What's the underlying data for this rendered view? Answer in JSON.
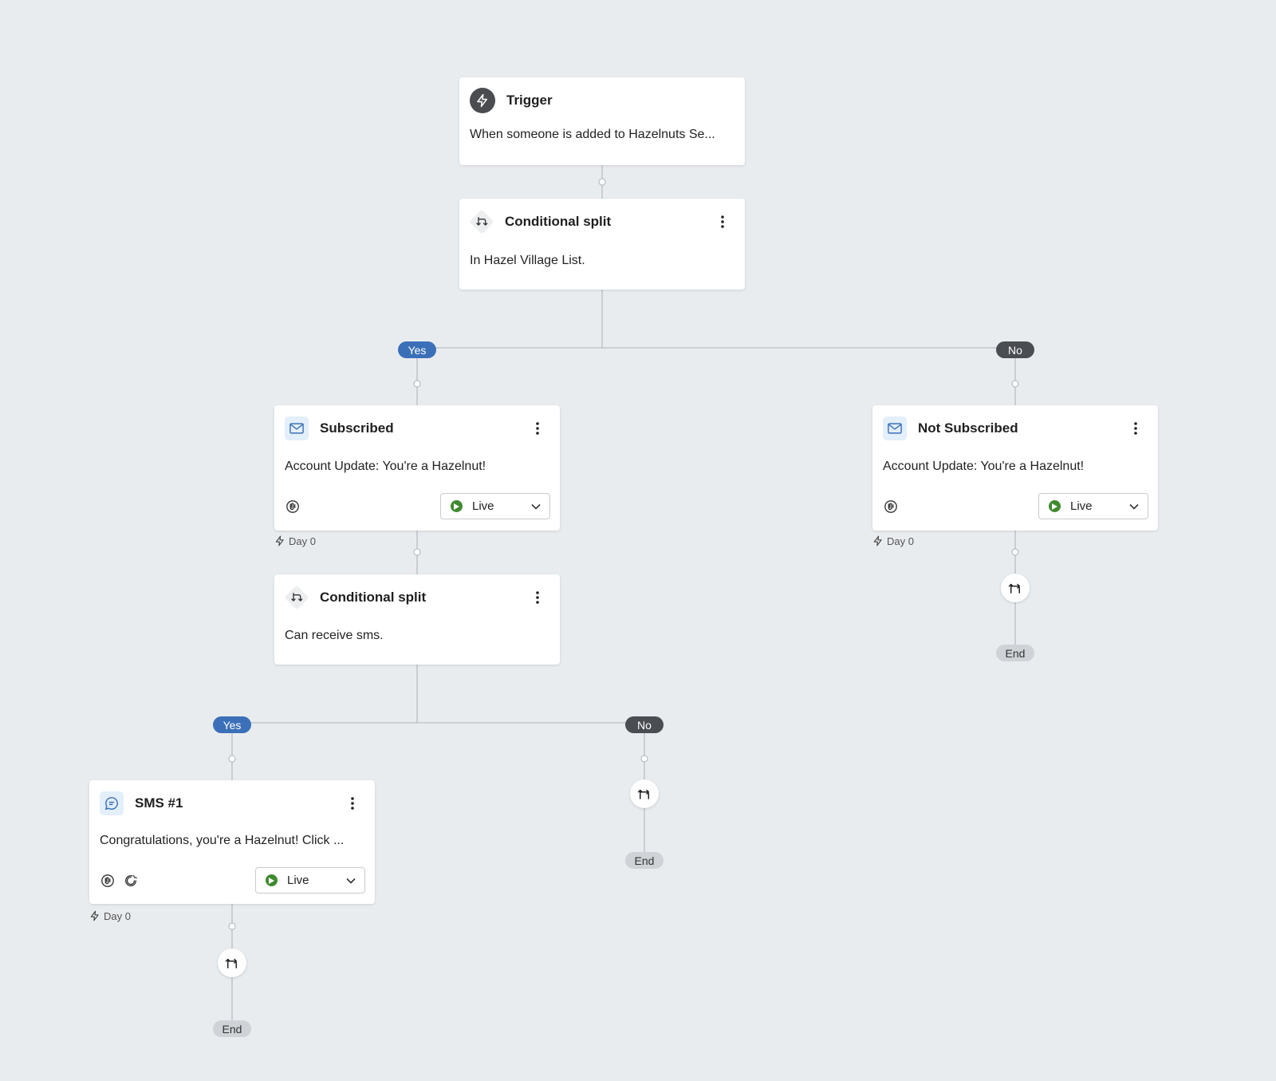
{
  "trigger": {
    "title": "Trigger",
    "description": "When someone is added to Hazelnuts Se..."
  },
  "split1": {
    "title": "Conditional split",
    "description": "In Hazel Village List.",
    "yes_label": "Yes",
    "no_label": "No"
  },
  "subscribed": {
    "title": "Subscribed",
    "description": "Account Update: You're a Hazelnut!",
    "status": "Live",
    "day": "Day 0"
  },
  "not_subscribed": {
    "title": "Not Subscribed",
    "description": "Account Update: You're a Hazelnut!",
    "status": "Live",
    "day": "Day 0",
    "end_label": "End"
  },
  "split2": {
    "title": "Conditional split",
    "description": "Can receive sms.",
    "yes_label": "Yes",
    "no_label": "No",
    "no_end_label": "End"
  },
  "sms1": {
    "title": "SMS #1",
    "description": "Congratulations, you're a Hazelnut! Click ...",
    "status": "Live",
    "day": "Day 0",
    "end_label": "End"
  },
  "icons": {
    "trigger": "lightning-bolt-icon",
    "split": "split-arrows-icon",
    "email": "envelope-icon",
    "sms": "chat-bubble-icon",
    "kebab": "more-vertical-icon",
    "link": "link-tracking-icon",
    "smart_send": "smart-sending-icon",
    "live": "play-circle-icon",
    "exit": "exit-flow-icon"
  },
  "colors": {
    "background": "#e9ecef",
    "yes_pill": "#3b70b8",
    "no_pill": "#4a4d52",
    "end_pill": "#cfd2d6",
    "live_green": "#3f8a2f",
    "email_icon_bg": "#e3effa"
  }
}
